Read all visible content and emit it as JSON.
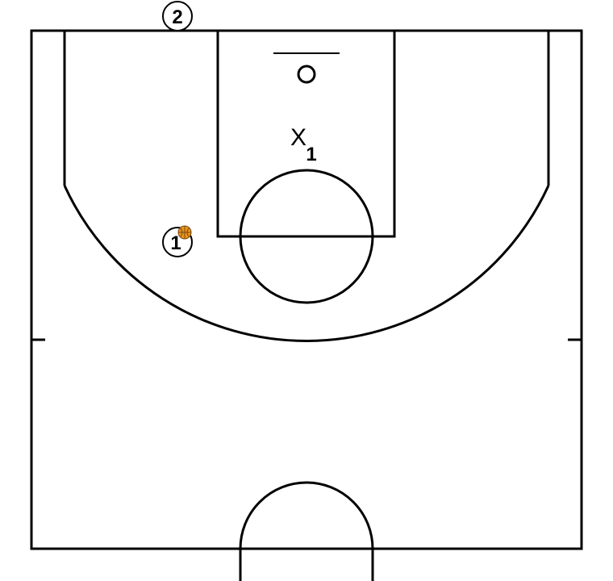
{
  "court": {
    "line_color": "#000000",
    "background": "#ffffff"
  },
  "ball": {
    "color": "#e8961e",
    "seam_color": "#7a4a10",
    "icon": "basketball-icon"
  },
  "offense": [
    {
      "number": "1",
      "has_ball": true
    },
    {
      "number": "2",
      "has_ball": false
    }
  ],
  "defense": [
    {
      "symbol": "X",
      "number": "1"
    }
  ]
}
